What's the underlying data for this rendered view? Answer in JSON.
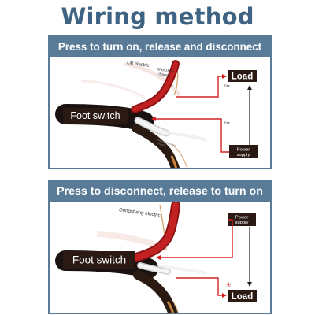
{
  "title": "Wiring method",
  "panels": [
    {
      "header": "Press to turn on, release and disconnect",
      "switch_label": "Foot switch",
      "load_label": "Load",
      "power_label_line1": "Power",
      "power_label_line2": "supply",
      "brand_label_1": "Lift electric",
      "brand_label_2_line1": "Shenzhen",
      "brand_label_2_line2": "dragon",
      "wire_label_1": "Fire",
      "wire_label_2": "Fire",
      "cable_text_line1": "Shanghai pheng",
      "cable_text_line2": "electric"
    },
    {
      "header": "Press to disconnect, release to turn on",
      "switch_label": "Foot switch",
      "load_label": "Load",
      "power_label_line1": "Power",
      "power_label_line2": "supply",
      "brand_label_1": "Dongsheng electric",
      "fire_glyph": "火"
    }
  ],
  "colors": {
    "title": "#3f6382",
    "panel_header": "#5a7b98",
    "label_box": "#2b1a14",
    "red_wire": "#b81c1c",
    "arrow_red": "#d42222"
  }
}
